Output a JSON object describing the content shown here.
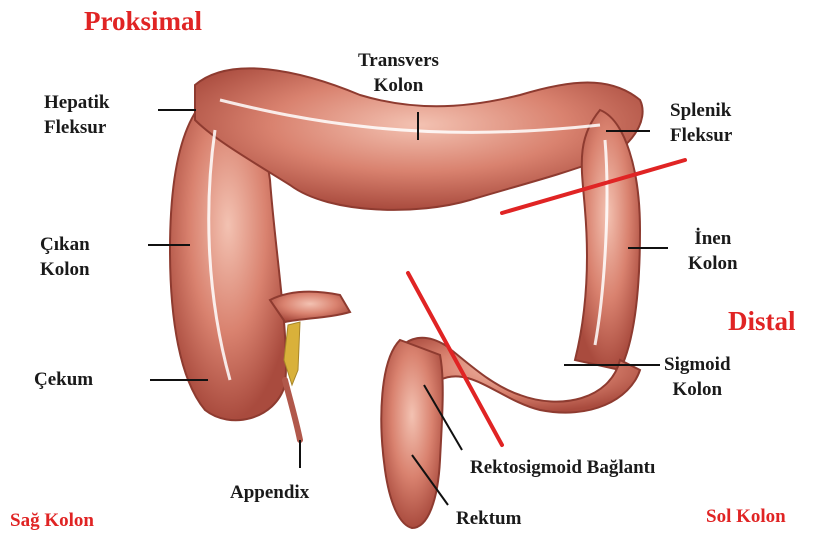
{
  "labels": {
    "proximal": "Proksimal",
    "distal": "Distal",
    "right_colon": "Sağ Kolon",
    "left_colon": "Sol Kolon",
    "transverse": [
      "Transvers",
      "Kolon"
    ],
    "hepatic": [
      "Hepatik",
      "Fleksur"
    ],
    "splenic": [
      "Splenik",
      "Fleksur"
    ],
    "ascending": [
      "Çıkan",
      "Kolon"
    ],
    "descending": [
      "İnen",
      "Kolon"
    ],
    "cecum": "Çekum",
    "sigmoid": [
      "Sigmoid",
      "Kolon"
    ],
    "appendix": "Appendix",
    "rectosigmoid": "Rektosigmoid Bağlantı",
    "rectum": "Rektum"
  },
  "colors": {
    "tissue": "#d9826f",
    "tissue_dark": "#a94b3e",
    "tissue_light": "#f1b6a4",
    "highlight": "#ffffff",
    "appendix_fat": "#d9b13a",
    "accent_red": "#e02424"
  }
}
